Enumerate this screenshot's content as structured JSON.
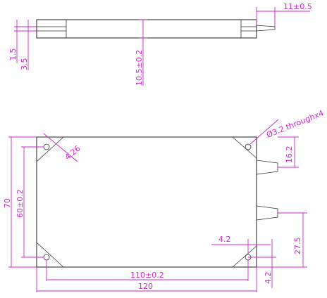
{
  "colors": {
    "dimension": "#d024d0",
    "outline": "#333333",
    "background": "#ffffff"
  },
  "side_view": {
    "dim_pin_length": "11±0.5",
    "dim_slot_height": "1.5",
    "dim_ledge_height": "3.5",
    "dim_thickness": "10.5±0.2"
  },
  "top_view": {
    "dim_hole": "Ø3.2 throughx4",
    "dim_chamfer": "4.26",
    "dim_height": "70",
    "dim_hole_pitch_v": "60±0.2",
    "dim_hole_pitch_h": "110±0.2",
    "dim_width": "120",
    "dim_pin_spacing": "16.2",
    "dim_pin_offset": "27.5",
    "dim_hole_edge_x": "4.2",
    "dim_hole_edge_y": "4.2"
  }
}
